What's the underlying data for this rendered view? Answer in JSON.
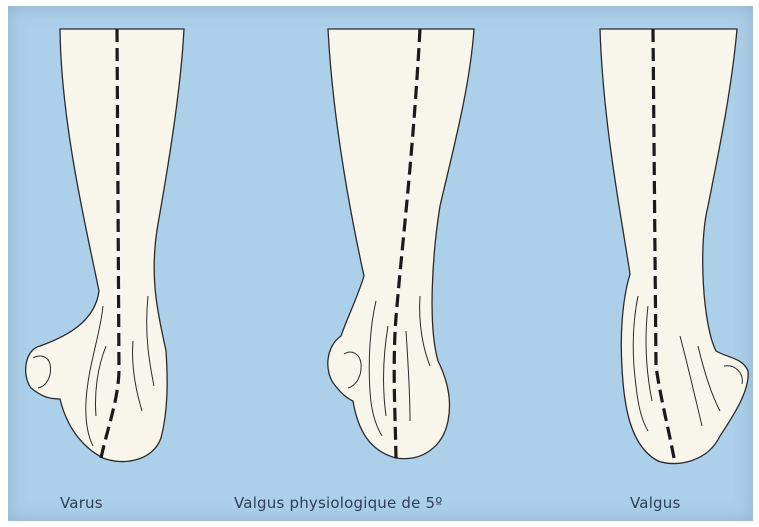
{
  "colors": {
    "background": "#acd0ea",
    "leg_fill": "#f8f5ea",
    "outline": "#2a2a2a",
    "axis_line": "#1a1a1a",
    "caption_text": "#2e3f55"
  },
  "figures": [
    {
      "label": "Varus"
    },
    {
      "label": "Valgus physiologique de 5º"
    },
    {
      "label": "Valgus"
    }
  ]
}
